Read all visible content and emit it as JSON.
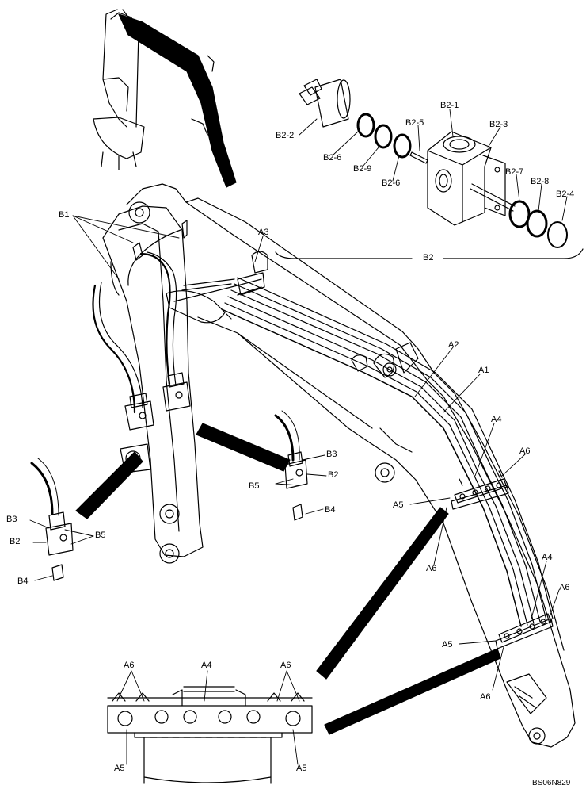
{
  "labels": {
    "b1": "B1",
    "a3": "A3",
    "a2": "A2",
    "a1": "A1",
    "a4": "A4",
    "a5": "A5",
    "a6": "A6",
    "b2": "B2",
    "b3": "B3",
    "b4": "B4",
    "b5": "B5",
    "b2_1": "B2-1",
    "b2_2": "B2-2",
    "b2_3": "B2-3",
    "b2_4": "B2-4",
    "b2_5": "B2-5",
    "b2_6": "B2-6",
    "b2_7": "B2-7",
    "b2_8": "B2-8",
    "b2_9": "B2-9"
  },
  "reference_code": "BS06N829"
}
